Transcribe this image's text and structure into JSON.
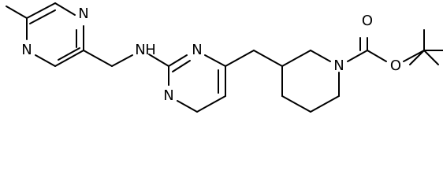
{
  "figure": {
    "atom_labels": {
      "pyrazine_n_top": "N",
      "pyrazine_n_bottom": "N",
      "amine_n": "N",
      "amine_h": "H",
      "pyrimidine_n_top": "N",
      "pyrimidine_n_bottom": "N",
      "piperidine_n": "N",
      "carbonyl_o": "O",
      "ester_o": "O"
    }
  }
}
